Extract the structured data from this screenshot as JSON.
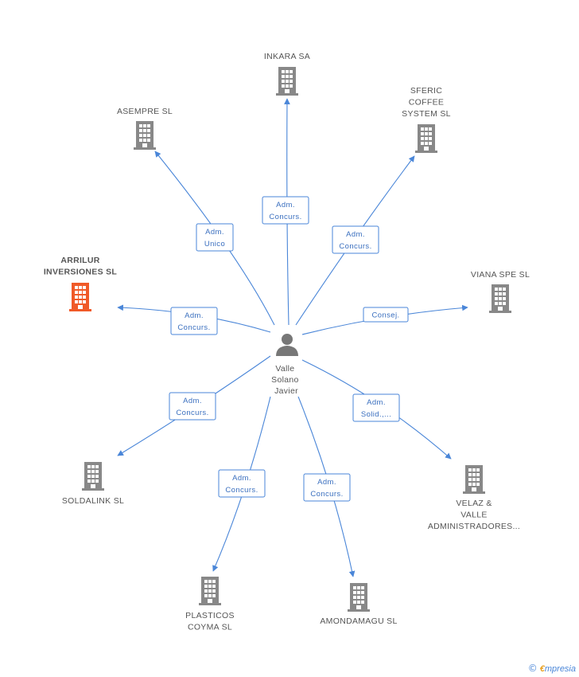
{
  "center": {
    "name_lines": [
      "Valle",
      "Solano",
      "Javier"
    ],
    "icon": "person-icon",
    "color": "#777777"
  },
  "colors": {
    "company": "#888888",
    "company_highlight": "#f05a28",
    "edge": "#4a86d8"
  },
  "nodes": [
    {
      "id": "inkara",
      "label_lines": [
        "INKARA SA"
      ],
      "icon": "building-icon",
      "highlight": false
    },
    {
      "id": "asempre",
      "label_lines": [
        "ASEMPRE SL"
      ],
      "icon": "building-icon",
      "highlight": false
    },
    {
      "id": "sferic",
      "label_lines": [
        "SFERIC",
        "COFFEE",
        "SYSTEM SL"
      ],
      "icon": "building-icon",
      "highlight": false
    },
    {
      "id": "arrilur",
      "label_lines": [
        "ARRILUR",
        "INVERSIONES SL"
      ],
      "icon": "building-icon",
      "highlight": true
    },
    {
      "id": "viana",
      "label_lines": [
        "VIANA SPE SL"
      ],
      "icon": "building-icon",
      "highlight": false
    },
    {
      "id": "soldalink",
      "label_lines": [
        "SOLDALINK SL"
      ],
      "icon": "building-icon",
      "highlight": false
    },
    {
      "id": "velaz",
      "label_lines": [
        "VELAZ &",
        "VALLE",
        "ADMINISTRADORES..."
      ],
      "icon": "building-icon",
      "highlight": false
    },
    {
      "id": "plasticos",
      "label_lines": [
        "PLASTICOS",
        "COYMA SL"
      ],
      "icon": "building-icon",
      "highlight": false
    },
    {
      "id": "amondamagu",
      "label_lines": [
        "AMONDAMAGU SL"
      ],
      "icon": "building-icon",
      "highlight": false
    }
  ],
  "edges": [
    {
      "to": "inkara",
      "label_lines": [
        "Adm.",
        "Concurs."
      ]
    },
    {
      "to": "asempre",
      "label_lines": [
        "Adm.",
        "Unico"
      ]
    },
    {
      "to": "sferic",
      "label_lines": [
        "Adm.",
        "Concurs."
      ]
    },
    {
      "to": "arrilur",
      "label_lines": [
        "Adm.",
        "Concurs."
      ]
    },
    {
      "to": "viana",
      "label_lines": [
        "Consej."
      ]
    },
    {
      "to": "soldalink",
      "label_lines": [
        "Adm.",
        "Concurs."
      ]
    },
    {
      "to": "velaz",
      "label_lines": [
        "Adm.",
        "Solid.,..."
      ]
    },
    {
      "to": "plasticos",
      "label_lines": [
        "Adm.",
        "Concurs."
      ]
    },
    {
      "to": "amondamagu",
      "label_lines": [
        "Adm.",
        "Concurs."
      ]
    }
  ],
  "footer": {
    "copyright_symbol": "©",
    "brand_initial": "€",
    "brand_rest": "mpresia"
  }
}
